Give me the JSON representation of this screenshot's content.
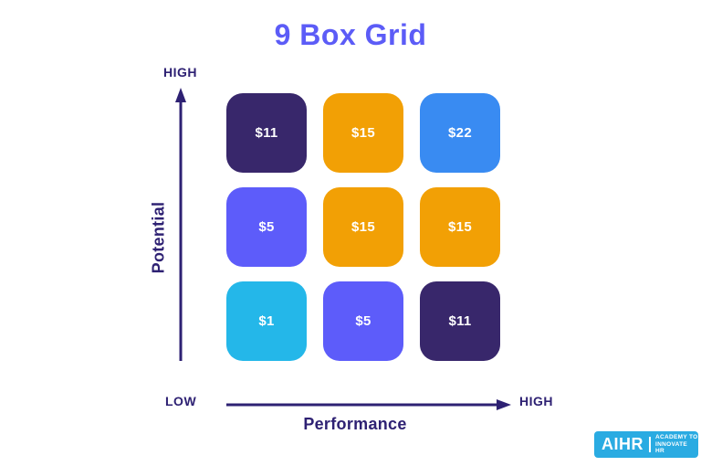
{
  "title": "9 Box Grid",
  "colors": {
    "title": "#5c5cf7",
    "axis_text": "#2e2173",
    "navy": "#38276b",
    "orange": "#f2a005",
    "blue": "#398bf2",
    "purple": "#5d5cfa",
    "cyan": "#24b7e9",
    "logo_bg": "#2aabe2",
    "cell_text": "#ffffff"
  },
  "y_axis": {
    "high_label": "HIGH",
    "title": "Potential"
  },
  "x_axis": {
    "low_label": "LOW",
    "high_label": "HIGH",
    "title": "Performance"
  },
  "grid": {
    "cells": [
      {
        "value": "$11",
        "color": "#38276b"
      },
      {
        "value": "$15",
        "color": "#f2a005"
      },
      {
        "value": "$22",
        "color": "#398bf2"
      },
      {
        "value": "$5",
        "color": "#5d5cfa"
      },
      {
        "value": "$15",
        "color": "#f2a005"
      },
      {
        "value": "$15",
        "color": "#f2a005"
      },
      {
        "value": "$1",
        "color": "#24b7e9"
      },
      {
        "value": "$5",
        "color": "#5d5cfa"
      },
      {
        "value": "$11",
        "color": "#38276b"
      }
    ]
  },
  "logo": {
    "brand": "AIHR",
    "tagline_line1": "ACADEMY TO",
    "tagline_line2": "INNOVATE HR"
  },
  "chart_data": {
    "type": "heatmap",
    "title": "9 Box Grid",
    "xlabel": "Performance",
    "ylabel": "Potential",
    "x_range_labels": [
      "LOW",
      "HIGH"
    ],
    "y_range_labels": [
      "LOW",
      "HIGH"
    ],
    "rows_top_to_bottom": [
      [
        "$11",
        "$15",
        "$22"
      ],
      [
        "$5",
        "$15",
        "$15"
      ],
      [
        "$1",
        "$5",
        "$11"
      ]
    ]
  }
}
